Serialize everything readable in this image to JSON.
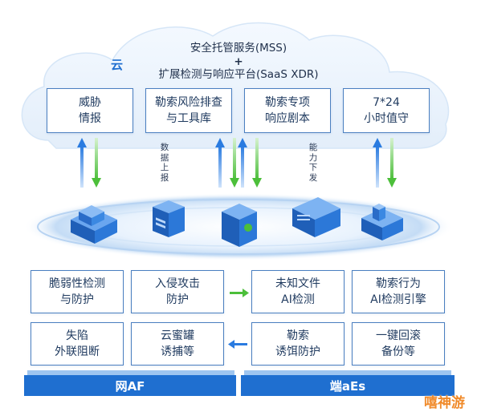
{
  "cloud": {
    "label": "云",
    "line1": "安全托管服务(MSS)",
    "plus": "+",
    "line2": "扩展检测与响应平台(SaaS XDR)"
  },
  "top_boxes": [
    {
      "text": "威胁\n情报"
    },
    {
      "text": "勒索风险排查\n与工具库"
    },
    {
      "text": "勒索专项\n响应剧本"
    },
    {
      "text": "7*24\n小时值守"
    }
  ],
  "arrow_labels": {
    "left": "数\n据\n上\n报",
    "right": "能\n力\n下\n发"
  },
  "bottom_boxes": [
    {
      "text": "脆弱性检测\n与防护"
    },
    {
      "text": "入侵攻击\n防护"
    },
    {
      "text": "未知文件\nAI检测"
    },
    {
      "text": "勒索行为\nAI检测引擎"
    },
    {
      "text": "失陷\n外联阻断"
    },
    {
      "text": "云蜜罐\n诱捕等"
    },
    {
      "text": "勒索\n诱饵防护"
    },
    {
      "text": "一键回滚\n备份等"
    }
  ],
  "bars": {
    "left": "网AF",
    "right": "端aEs"
  },
  "watermark": "嘻神游",
  "colors": {
    "primary": "#1f6fd0",
    "box_border": "#4a7fc0",
    "arrow_blue": "#2a7be0",
    "arrow_green": "#4cbf3a",
    "cloud": "#eaf3fc"
  }
}
